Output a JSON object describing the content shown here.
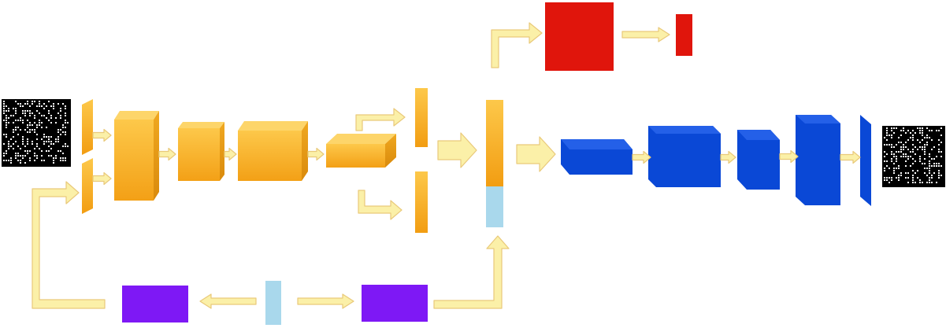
{
  "diagram": {
    "type": "neural-network-architecture",
    "text_labels": [],
    "colors": {
      "background": "#ffffff",
      "encoder_block": "#f7a81b",
      "encoder_block_light": "#fdd56a",
      "decoder_block": "#0a48d6",
      "classifier_block": "#e0150c",
      "latent_block": "#7e18f5",
      "noise_vector": "#a9d8ec",
      "arrow_fill": "#fbf0a8",
      "arrow_stroke": "#e9c97a",
      "pixel_image_bg": "#000000",
      "pixel_image_dot": "#ffffff"
    },
    "components": {
      "input_image": "binary-pixel-image",
      "output_image": "binary-pixel-image",
      "encoder": [
        "input-slab-top",
        "input-slab-bottom",
        "conv-block-1",
        "conv-block-2",
        "conv-block-3",
        "conv-block-4",
        "branch-bar-top",
        "branch-bar-bottom"
      ],
      "concat_vector": [
        "feature-part",
        "noise-part"
      ],
      "classifier": [
        "classifier-block-large",
        "classifier-block-small"
      ],
      "decoder": [
        "deconv-block-1",
        "deconv-block-2",
        "deconv-block-3",
        "deconv-block-4",
        "output-slab"
      ],
      "latent_branch": [
        "latent-block-left",
        "noise-vector-small",
        "latent-block-right"
      ]
    }
  }
}
